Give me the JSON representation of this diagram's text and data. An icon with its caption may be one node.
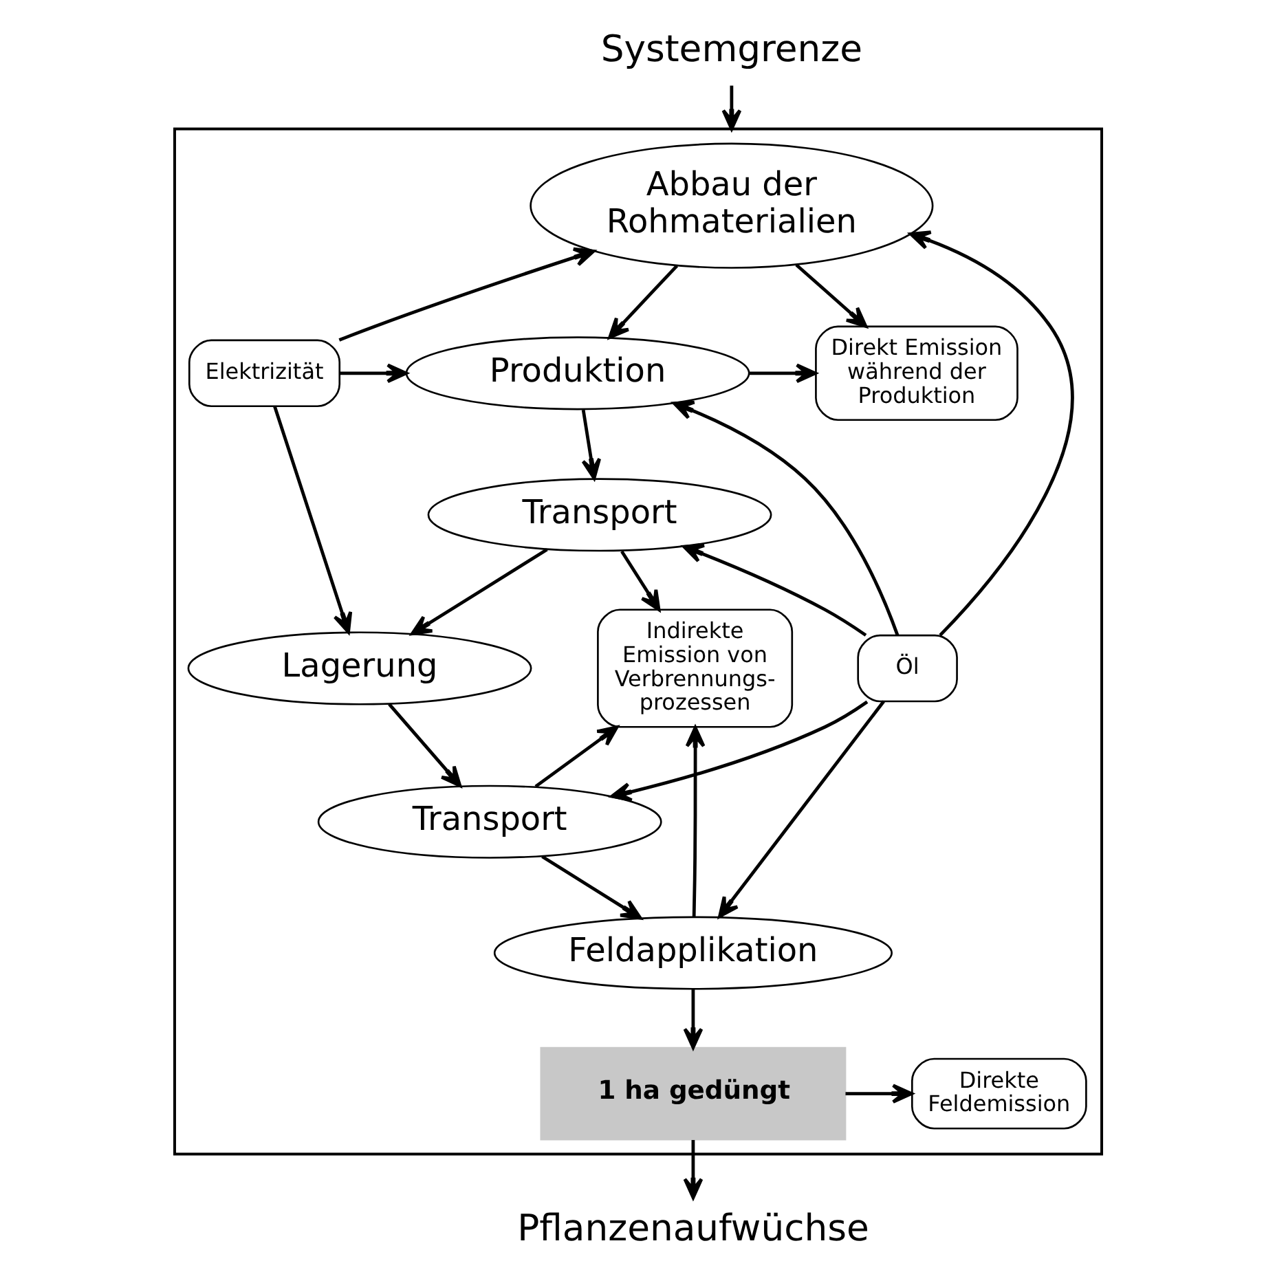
{
  "diagram": {
    "nodes": [
      {
        "text": [
          "Systemgrenze"
        ]
      },
      {
        "text": [],
        "shape": "box"
      },
      {
        "text": [
          "Abbau der Rohmaterialien"
        ],
        "in": 1
      },
      {
        "text": [
          "Direkt Emission während der Produktion"
        ],
        "in": 1
      },
      {
        "text": [
          "Elektrizität"
        ],
        "in": 1
      },
      {
        "text": [
          "Produktion"
        ],
        "in": 1
      },
      {
        "text": [
          "Transport"
        ],
        "in": 1
      },
      {
        "text": [
          "Indirekte Emission von Verbrennungs- prozessen"
        ],
        "in": 1
      },
      {
        "text": [
          "Öl"
        ],
        "in": 1
      },
      {
        "text": [
          "Lagerung"
        ],
        "in": 1
      },
      {
        "text": [
          "Transport"
        ],
        "in": 1
      },
      {
        "text": [
          "Feldapplikation"
        ],
        "in": 1
      },
      {
        "text": [
          "1 ha gedüngt"
        ],
        "in": 1
      },
      {
        "text": [
          "Direkte Feldemission"
        ],
        "in": 1
      },
      {
        "text": [
          "Pflanzenaufwüchse"
        ]
      }
    ],
    "edges": [
      {
        "from": 0,
        "to": 1,
        "arrow": "to"
      },
      {
        "from": 4,
        "to": 2,
        "arrow": "to"
      },
      {
        "from": 4,
        "to": 5,
        "arrow": "to"
      },
      {
        "from": 4,
        "to": 9,
        "arrow": "to"
      },
      {
        "from": 8,
        "to": 2,
        "arrow": "to"
      },
      {
        "from": 8,
        "to": 5,
        "arrow": "to"
      },
      {
        "from": 8,
        "to": 6,
        "arrow": "to"
      },
      {
        "from": 8,
        "to": 10,
        "arrow": "to"
      },
      {
        "from": 8,
        "to": 11,
        "arrow": "to"
      },
      {
        "from": 2,
        "to": 5,
        "arrow": "to"
      },
      {
        "from": 5,
        "to": 6,
        "arrow": "to"
      },
      {
        "from": 6,
        "to": 9,
        "arrow": "to"
      },
      {
        "from": 9,
        "to": 10,
        "arrow": "to"
      },
      {
        "from": 10,
        "to": 11,
        "arrow": "to"
      },
      {
        "from": 11,
        "to": 12,
        "arrow": "to"
      },
      {
        "from": 2,
        "to": 3,
        "arrow": "to"
      },
      {
        "from": 5,
        "to": 3,
        "arrow": "to"
      },
      {
        "from": 6,
        "to": 7,
        "arrow": "to"
      },
      {
        "from": 10,
        "to": 7,
        "arrow": "to"
      },
      {
        "from": 11,
        "to": 7,
        "arrow": "to"
      },
      {
        "from": 12,
        "to": 13,
        "arrow": "to"
      },
      {
        "from": 12,
        "to": 14,
        "arrow": "to"
      }
    ]
  }
}
